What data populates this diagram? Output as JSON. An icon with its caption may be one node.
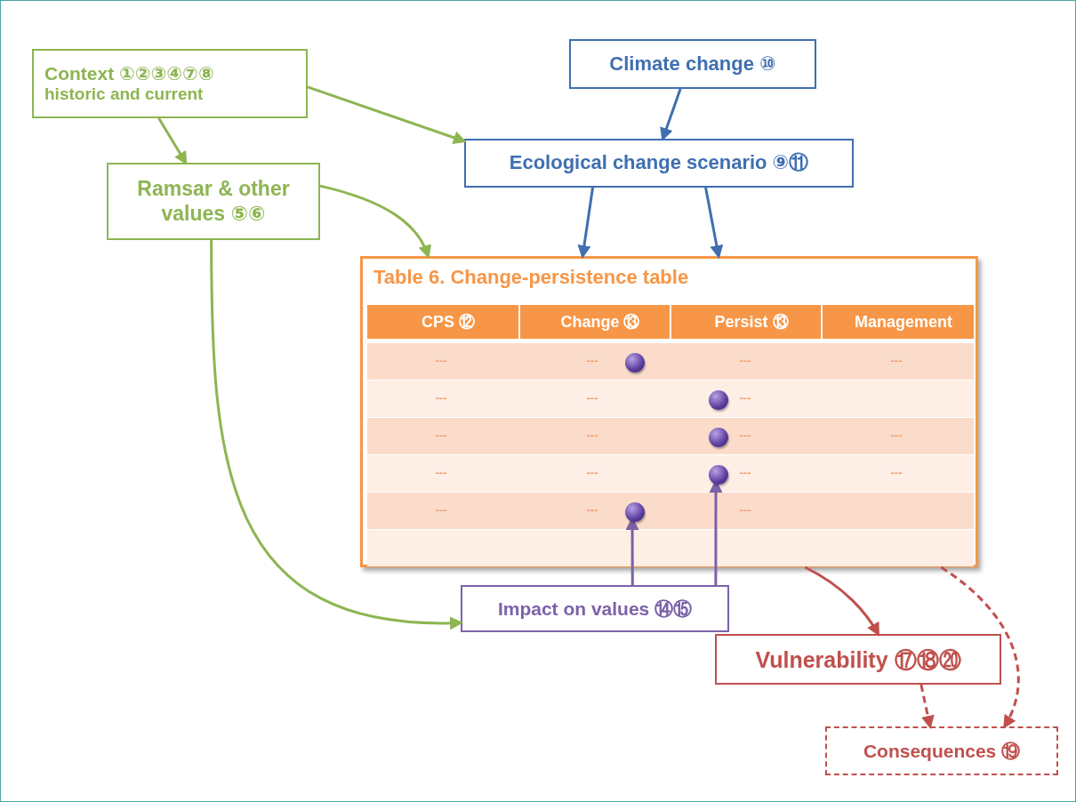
{
  "diagram": {
    "nodes": [
      {
        "text": [
          "Context ①②③④⑦⑧",
          "historic and current"
        ]
      },
      {
        "text": [
          "Ramsar & other values ⑤⑥"
        ]
      },
      {
        "text": [
          "Climate change ⑩"
        ]
      },
      {
        "text": [
          "Ecological change scenario ⑨⑪"
        ]
      },
      {
        "text": [
          "Table 6. Change-persistence table"
        ]
      },
      {
        "text": [],
        "shape": "circle",
        "in": 4
      },
      {
        "text": [],
        "shape": "circle",
        "in": 4
      },
      {
        "text": [],
        "shape": "circle",
        "in": 4
      },
      {
        "text": [],
        "shape": "circle",
        "in": 4
      },
      {
        "text": [],
        "shape": "circle",
        "in": 4
      },
      {
        "text": [
          "Impact on values ⑭⑮"
        ]
      },
      {
        "text": [
          "Vulnerability ⑰⑱⑳"
        ]
      },
      {
        "text": [
          "Consequences ⑲"
        ]
      }
    ],
    "edges": [
      {
        "from": 0,
        "to": 1,
        "arrow": "to",
        "color": "#8db552"
      },
      {
        "from": 0,
        "to": 3,
        "arrow": "to",
        "color": "#8db552"
      },
      {
        "from": 2,
        "to": 3,
        "arrow": "to",
        "color": "#3f6fb0"
      },
      {
        "from": 1,
        "to": 4,
        "arrow": "to",
        "color": "#8db552"
      },
      {
        "from": 3,
        "to": 4,
        "arrow": "to",
        "color": "#3f6fb0"
      },
      {
        "from": 3,
        "to": 4,
        "arrow": "to",
        "color": "#3f6fb0"
      },
      {
        "from": 1,
        "to": 10,
        "arrow": "to",
        "color": "#8db552"
      },
      {
        "from": 10,
        "to": 9,
        "arrow": "to",
        "color": "#7b62a8"
      },
      {
        "from": 10,
        "to": 8,
        "arrow": "to",
        "color": "#7b62a8"
      },
      {
        "from": 4,
        "to": 11,
        "arrow": "to",
        "color": "#c0504d"
      },
      {
        "from": 4,
        "to": 12,
        "arrow": "to",
        "style": "dashed",
        "color": "#c0504d"
      },
      {
        "from": 11,
        "to": 12,
        "arrow": "to",
        "style": "dashed",
        "color": "#c0504d"
      }
    ],
    "labels": [
      "CPS ⑫",
      "Change ⑬",
      "Persist ⑬",
      "Management",
      "---",
      "---",
      "---",
      "---",
      "---",
      "---",
      "---",
      "---",
      "---",
      "---",
      "---",
      "---",
      "---",
      "---",
      "---",
      "---",
      "---",
      "---"
    ]
  }
}
